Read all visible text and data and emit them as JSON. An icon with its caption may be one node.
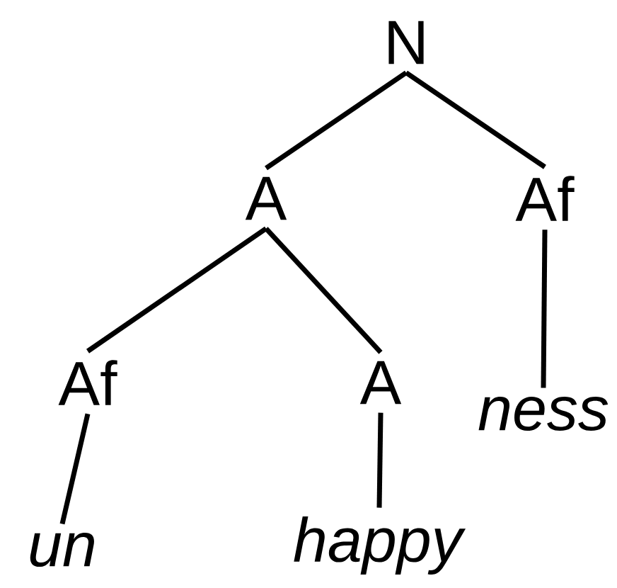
{
  "diagram": {
    "nodes": [
      {
        "text": [
          "N"
        ]
      },
      {
        "text": [
          "A"
        ]
      },
      {
        "text": [
          "Af"
        ]
      },
      {
        "text": [
          "Af"
        ]
      },
      {
        "text": [
          "A"
        ]
      },
      {
        "text": [
          "*ness*"
        ]
      },
      {
        "text": [
          "*un*"
        ]
      },
      {
        "text": [
          "*happy*"
        ]
      }
    ],
    "edges": [
      {
        "from": 0,
        "to": 1,
        "arrow": "none"
      },
      {
        "from": 0,
        "to": 2,
        "arrow": "none"
      },
      {
        "from": 1,
        "to": 3,
        "arrow": "none"
      },
      {
        "from": 1,
        "to": 4,
        "arrow": "none"
      },
      {
        "from": 2,
        "to": 5,
        "arrow": "none"
      },
      {
        "from": 3,
        "to": 6,
        "arrow": "none"
      },
      {
        "from": 4,
        "to": 7,
        "arrow": "none"
      }
    ]
  }
}
